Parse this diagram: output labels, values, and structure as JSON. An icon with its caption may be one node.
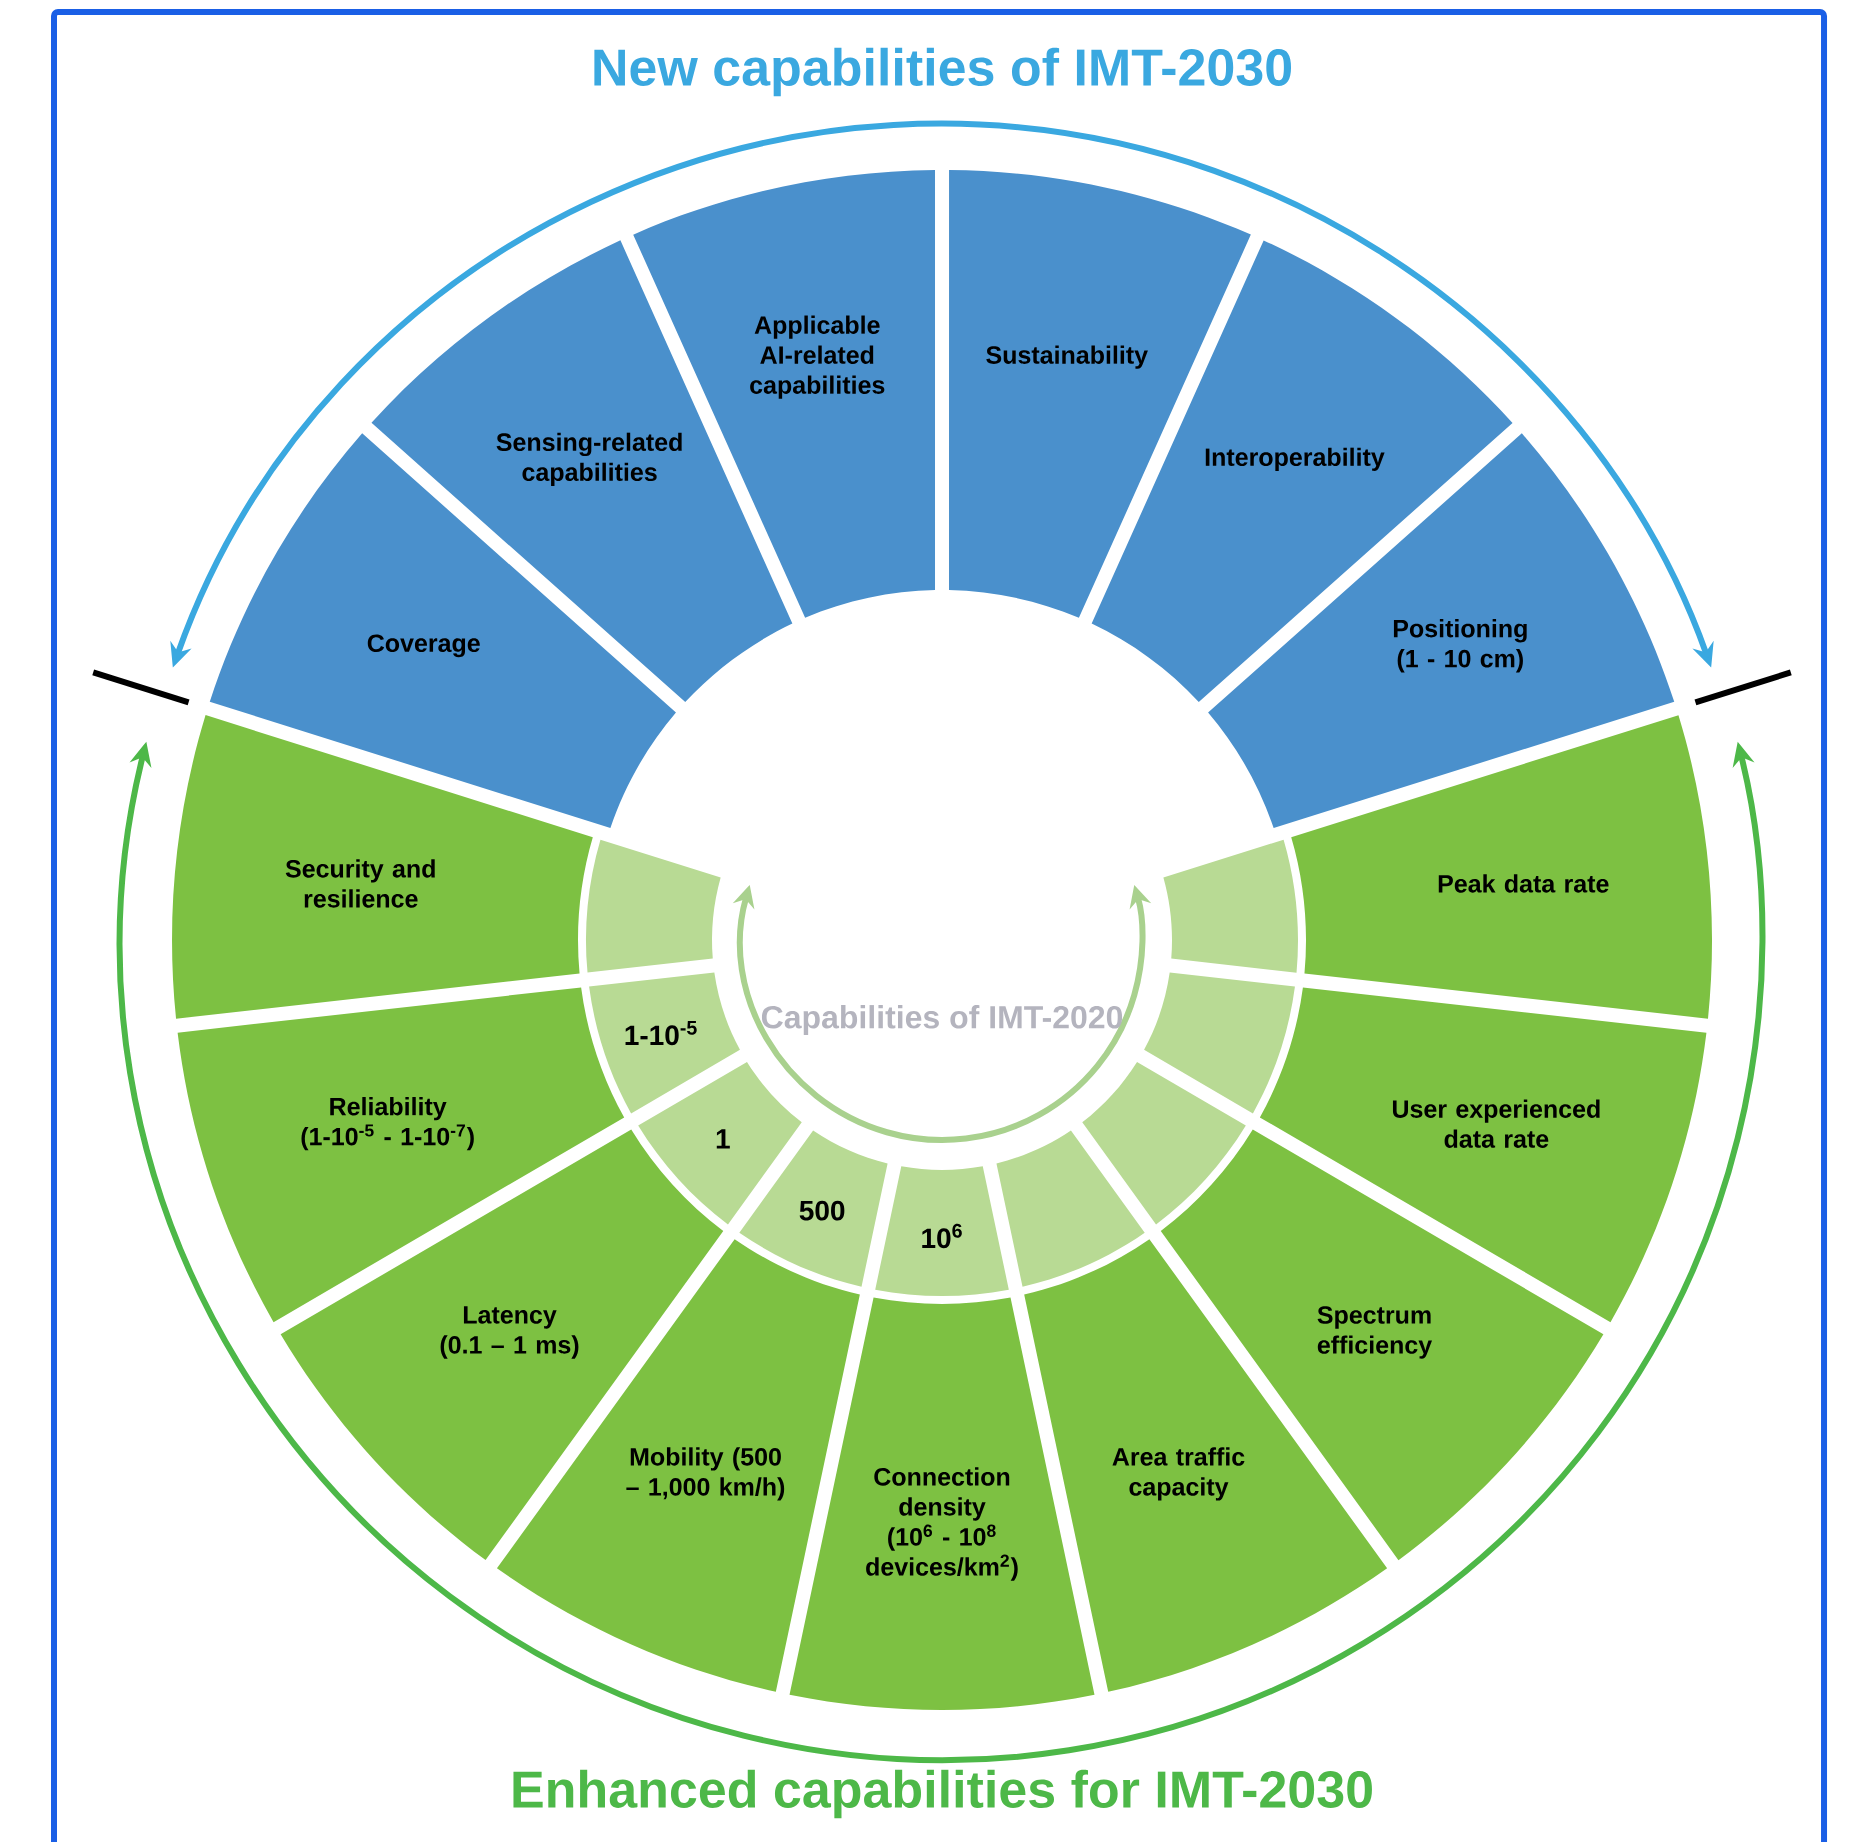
{
  "diagram": {
    "title": "New capabilities of IMT-2030",
    "nodes": [
      {
        "text": [
          "Coverage"
        ]
      },
      {
        "text": [
          "Sensing-related capabilities"
        ]
      },
      {
        "text": [
          "Applicable AI-related capabilities"
        ]
      },
      {
        "text": [
          "Sustainability"
        ]
      },
      {
        "text": [
          "Interoperability"
        ]
      },
      {
        "text": [
          "Positioning (1 - 10 cm)"
        ]
      },
      {
        "text": [
          "Security and resilience"
        ]
      },
      {
        "text": [
          "Reliability (1-10$^{-5}$ - 1-10$^{-7}$)"
        ]
      },
      {
        "text": [
          "Latency (0.1 – 1 ms)"
        ]
      },
      {
        "text": [
          "Mobility (500 – 1,000 km/h)"
        ]
      },
      {
        "text": [
          "Connection density (10$^{6}$ - 10$^{8}$ devices/km$^{2}$)"
        ]
      },
      {
        "text": [
          "Area traffic capacity"
        ]
      },
      {
        "text": [
          "Spectrum efficiency"
        ]
      },
      {
        "text": [
          "User experienced data rate"
        ]
      },
      {
        "text": [
          "Peak data rate"
        ]
      },
      {
        "text": [],
        "shape": "segment"
      },
      {
        "text": [
          "1-10$^{-5}$"
        ]
      },
      {
        "text": [
          "1"
        ]
      },
      {
        "text": [
          "500"
        ]
      },
      {
        "text": [
          "10$^{6}$"
        ]
      },
      {
        "text": [],
        "shape": "segment"
      },
      {
        "text": [],
        "shape": "segment"
      },
      {
        "text": [],
        "shape": "segment"
      },
      {
        "text": [],
        "shape": "segment"
      }
    ],
    "labels": [
      "Enhanced capabilities for IMT-2030",
      "Capabilities of IMT-2020"
    ]
  }
}
